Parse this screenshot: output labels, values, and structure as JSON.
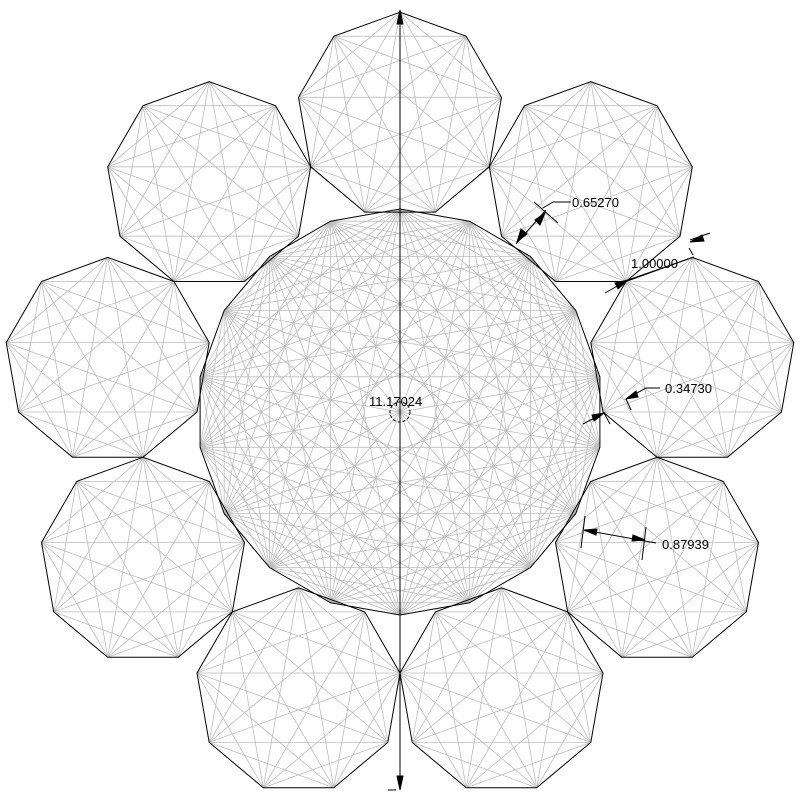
{
  "dimensions": {
    "overall_height": "11.17024",
    "gap": "0.65270",
    "side": "1.00000",
    "offset": "0.34730",
    "width": "0.87939"
  },
  "colors": {
    "outline": "#000000",
    "construction": "#bdbdbd",
    "background": "#ffffff"
  }
}
